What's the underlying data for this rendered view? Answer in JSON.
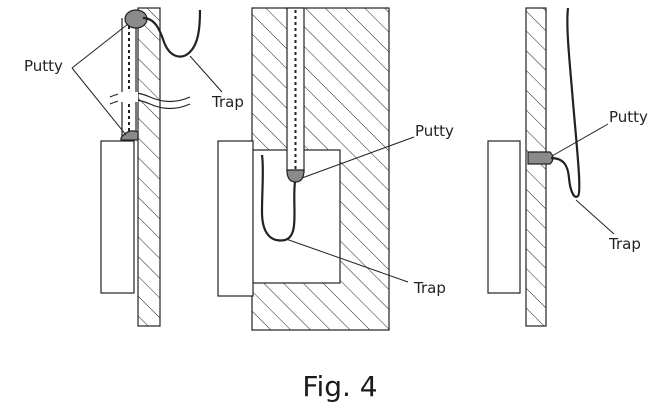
{
  "labels": {
    "putty": "Putty",
    "trap": "Trap"
  },
  "caption": "Fig. 4",
  "colors": {
    "stroke": "#222222",
    "putty": "#8a8a8a",
    "background": "#ffffff"
  }
}
